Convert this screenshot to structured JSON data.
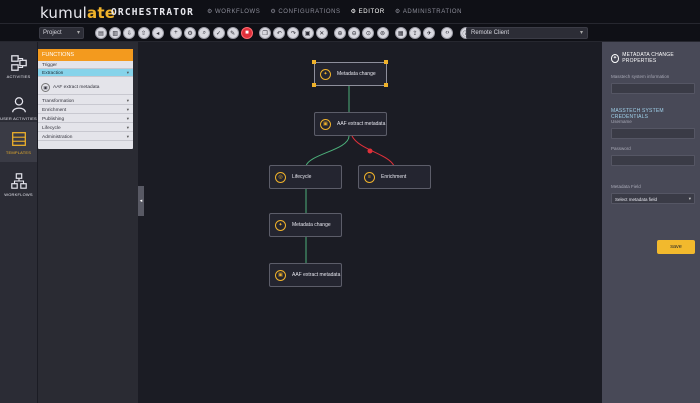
{
  "app": {
    "logo_text": "kumul",
    "logo_accent": "ate",
    "product": "ORCHESTRATOR"
  },
  "nav": [
    {
      "label": "WORKFLOWS",
      "icon": "workflows-icon",
      "glyph": "⚙",
      "active": false
    },
    {
      "label": "CONFIGURATIONS",
      "icon": "configurations-icon",
      "glyph": "⚙",
      "active": false
    },
    {
      "label": "EDITOR",
      "icon": "editor-icon",
      "glyph": "⚙",
      "active": true
    },
    {
      "label": "ADMINISTRATION",
      "icon": "administration-icon",
      "glyph": "⚙",
      "active": false
    }
  ],
  "toolbar": {
    "project_value": "Project",
    "client_value": "Remote Client"
  },
  "leftnav": [
    {
      "label": "ACTIVITIES",
      "icon": "activities-icon"
    },
    {
      "label": "USER ACTIVITIES",
      "icon": "user-icon"
    },
    {
      "label": "TEMPLATES",
      "icon": "templates-icon"
    },
    {
      "label": "WORKFLOWS",
      "icon": "workflows-tree-icon"
    }
  ],
  "functions": {
    "title": "FUNCTIONS",
    "rows": [
      {
        "label": "Trigger"
      },
      {
        "label": "Extraction"
      },
      {
        "label": "AAF extract metadata"
      },
      {
        "label": "Transformation"
      },
      {
        "label": "Enrichment"
      },
      {
        "label": "Publishing"
      },
      {
        "label": "Lifecycle"
      },
      {
        "label": "Administration"
      }
    ]
  },
  "nodes": [
    {
      "label": "Metadata change"
    },
    {
      "label": "AAF extract metadata"
    },
    {
      "label": "Lifecycle"
    },
    {
      "label": "Enrichment"
    },
    {
      "label": "Metadata change"
    },
    {
      "label": "AAF extract metadata"
    }
  ],
  "properties": {
    "title": "METADATA CHANGE PROPERTIES",
    "field1_label": "Masstech system information",
    "section": "MASSTECH SYSTEM CREDENTIALS",
    "username_label": "Username",
    "password_label": "Password",
    "metadata_label": "Metadata Field",
    "metadata_value": "Select metadata field",
    "save_label": "save"
  },
  "colors": {
    "accent": "#f0b22a",
    "panel_header": "#f39a1e",
    "highlight": "#86d3ea",
    "success_edge": "#4caf7a",
    "error_edge": "#e0303a"
  }
}
